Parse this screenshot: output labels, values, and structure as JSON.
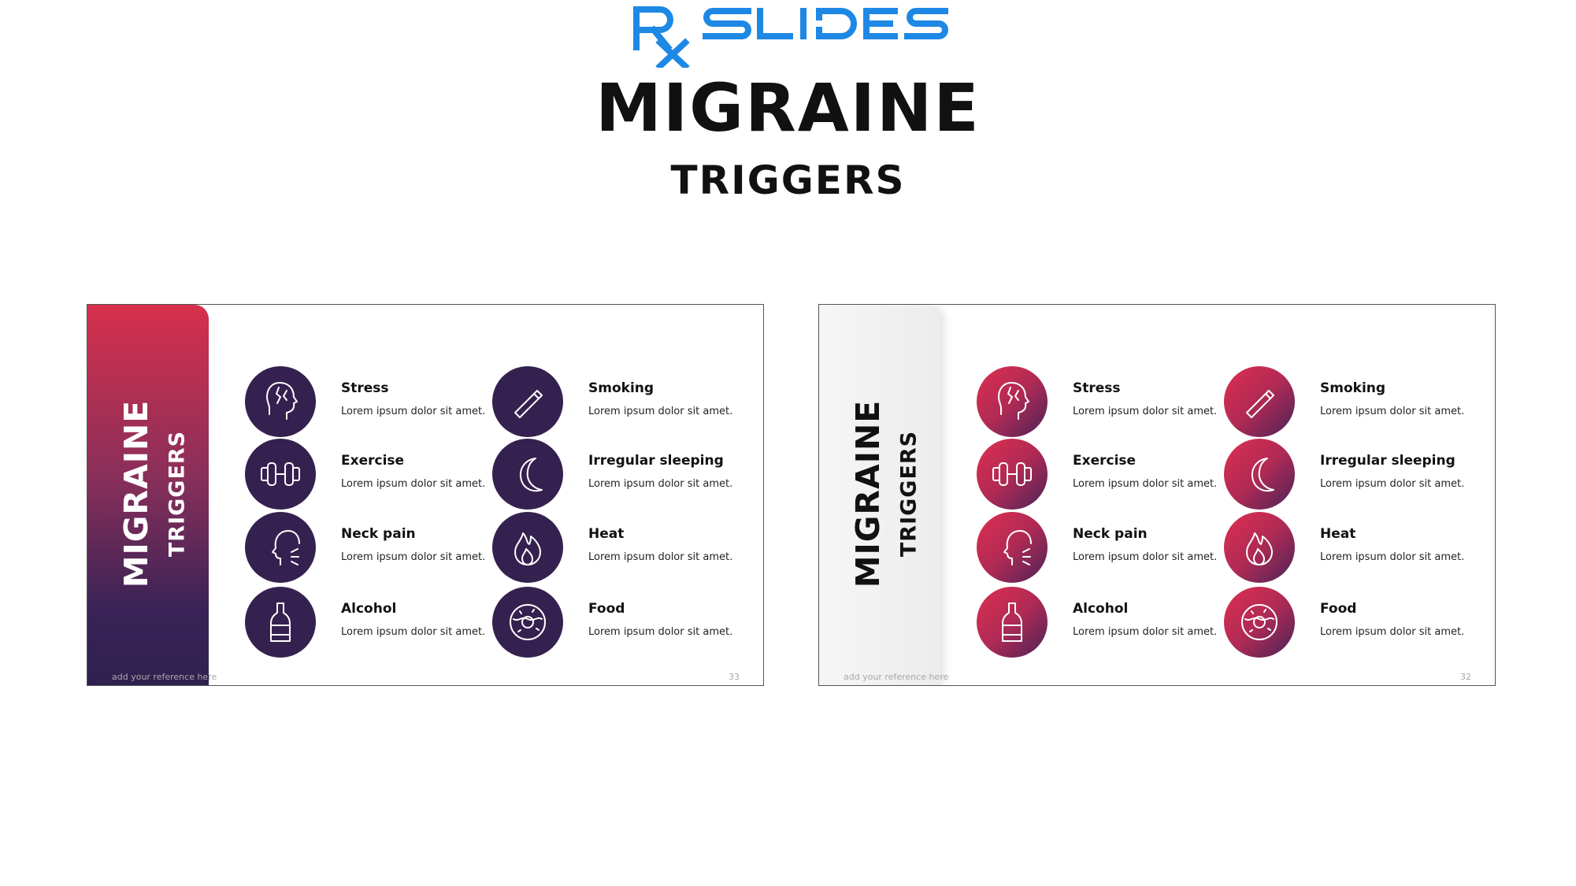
{
  "header": {
    "title": "MIGRAINE",
    "subtitle": "TRIGGERS"
  },
  "colors": {
    "logo_blue": "#1e88e5",
    "slide1_circle": "#35214f",
    "slide2_circle_start": "#df2f4f",
    "slide2_circle_end": "#4a2458"
  },
  "slides": [
    {
      "band_title": "MIGRAINE",
      "band_subtitle": "TRIGGERS",
      "reference": "add your reference here",
      "page_number": "33",
      "items": [
        {
          "label": "Stress",
          "desc": "Lorem ipsum dolor sit amet.",
          "icon": "head-crack-icon"
        },
        {
          "label": "Smoking",
          "desc": "Lorem ipsum dolor sit amet.",
          "icon": "cigarette-icon"
        },
        {
          "label": "Exercise",
          "desc": "Lorem ipsum dolor sit amet.",
          "icon": "dumbbell-icon"
        },
        {
          "label": "Irregular sleeping",
          "desc": "Lorem ipsum dolor sit amet.",
          "icon": "moon-icon"
        },
        {
          "label": "Neck pain",
          "desc": "Lorem ipsum dolor sit amet.",
          "icon": "neck-pain-icon"
        },
        {
          "label": "Heat",
          "desc": "Lorem ipsum dolor sit amet.",
          "icon": "flame-icon"
        },
        {
          "label": "Alcohol",
          "desc": "Lorem ipsum dolor sit amet.",
          "icon": "bottle-icon"
        },
        {
          "label": "Food",
          "desc": "Lorem ipsum dolor sit amet.",
          "icon": "donut-icon"
        }
      ]
    },
    {
      "band_title": "MIGRAINE",
      "band_subtitle": "TRIGGERS",
      "reference": "add your reference here",
      "page_number": "32",
      "items": [
        {
          "label": "Stress",
          "desc": "Lorem ipsum dolor sit amet.",
          "icon": "head-crack-icon"
        },
        {
          "label": "Smoking",
          "desc": "Lorem ipsum dolor sit amet.",
          "icon": "cigarette-icon"
        },
        {
          "label": "Exercise",
          "desc": "Lorem ipsum dolor sit amet.",
          "icon": "dumbbell-icon"
        },
        {
          "label": "Irregular sleeping",
          "desc": "Lorem ipsum dolor sit amet.",
          "icon": "moon-icon"
        },
        {
          "label": "Neck pain",
          "desc": "Lorem ipsum dolor sit amet.",
          "icon": "neck-pain-icon"
        },
        {
          "label": "Heat",
          "desc": "Lorem ipsum dolor sit amet.",
          "icon": "flame-icon"
        },
        {
          "label": "Alcohol",
          "desc": "Lorem ipsum dolor sit amet.",
          "icon": "bottle-icon"
        },
        {
          "label": "Food",
          "desc": "Lorem ipsum dolor sit amet.",
          "icon": "donut-icon"
        }
      ]
    }
  ]
}
